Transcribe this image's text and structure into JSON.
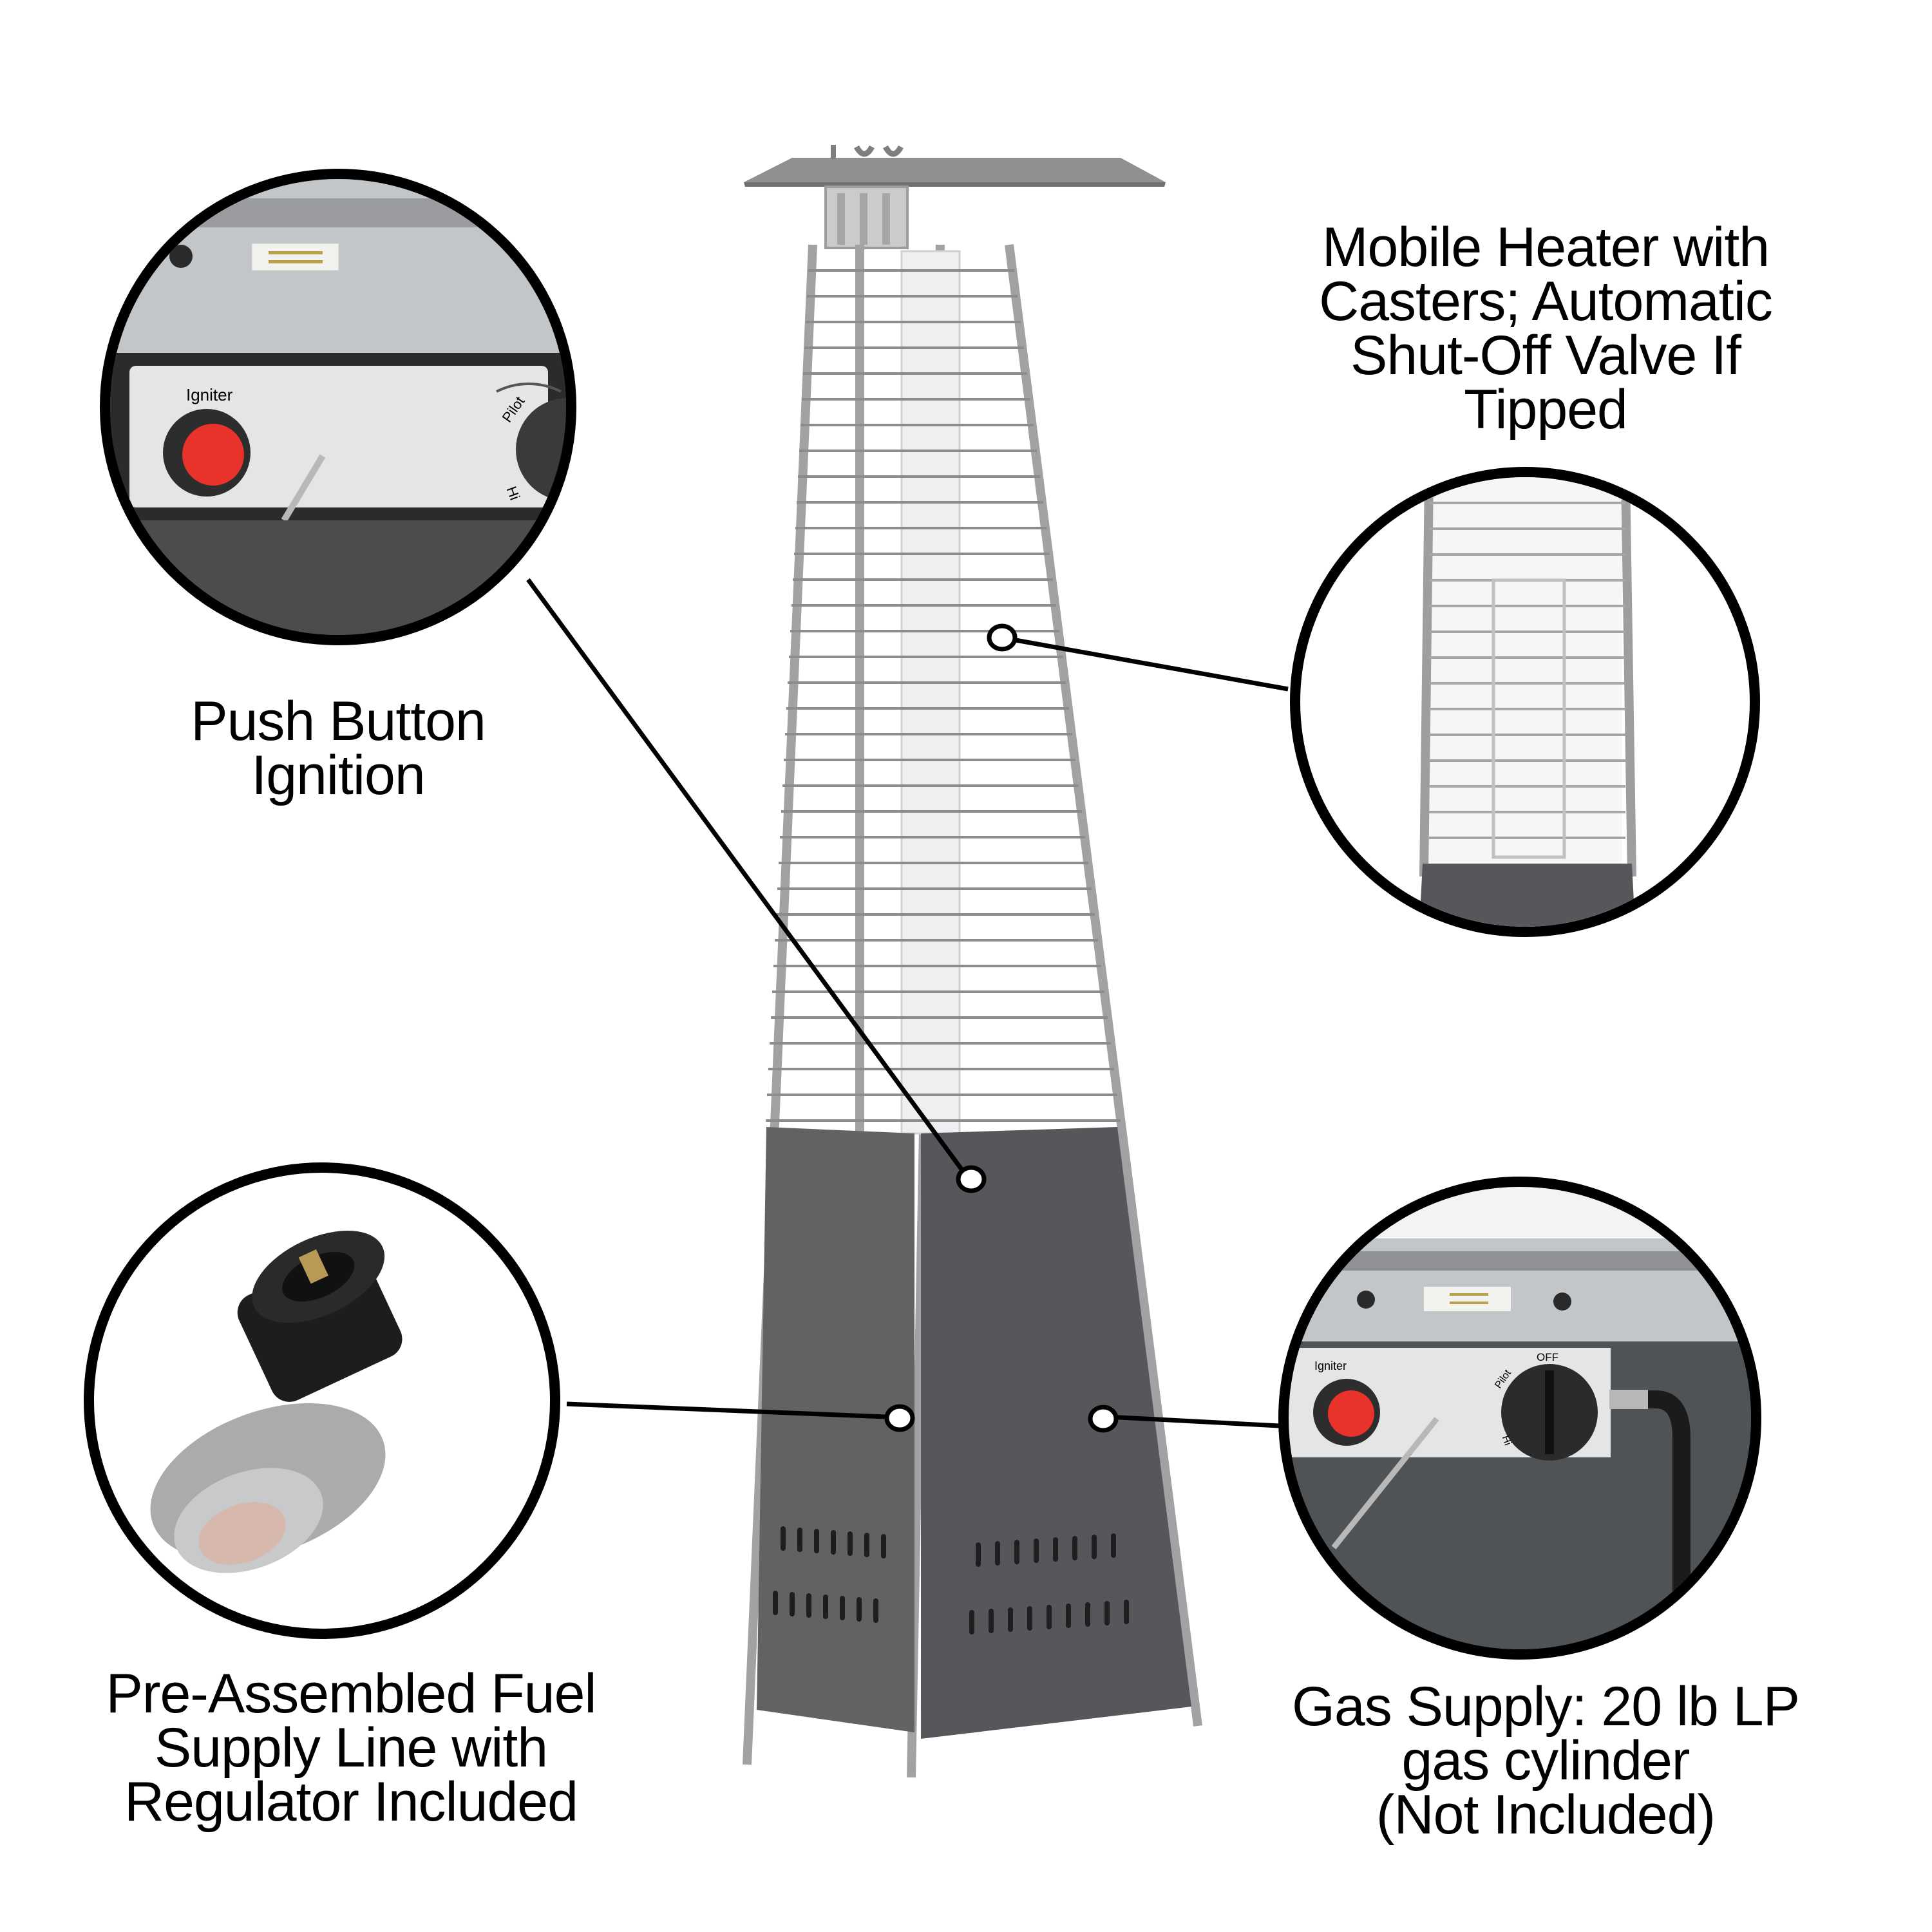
{
  "callouts": {
    "push_button": {
      "line1": "Push Button",
      "line2": "Ignition"
    },
    "mobile_heater": {
      "line1": "Mobile Heater with",
      "line2": "Casters; Automatic",
      "line3": "Shut-Off Valve If",
      "line4": "Tipped"
    },
    "fuel_line": {
      "line1": "Pre-Assembled Fuel",
      "line2": "Supply Line with",
      "line3": "Regulator Included"
    },
    "gas_supply": {
      "line1": "Gas Supply: 20 lb LP",
      "line2": "gas cylinder",
      "line3": "(Not Included)"
    }
  },
  "control_panel": {
    "igniter_label": "Igniter",
    "dial_pilot": "Pilot",
    "dial_hi": "Hi",
    "dial_off": "OFF"
  },
  "colors": {
    "ignite_button": "#e8322a",
    "panel": "#e6e7e8",
    "heater_body": "#5a5c5e",
    "frame": "#a9abad"
  }
}
